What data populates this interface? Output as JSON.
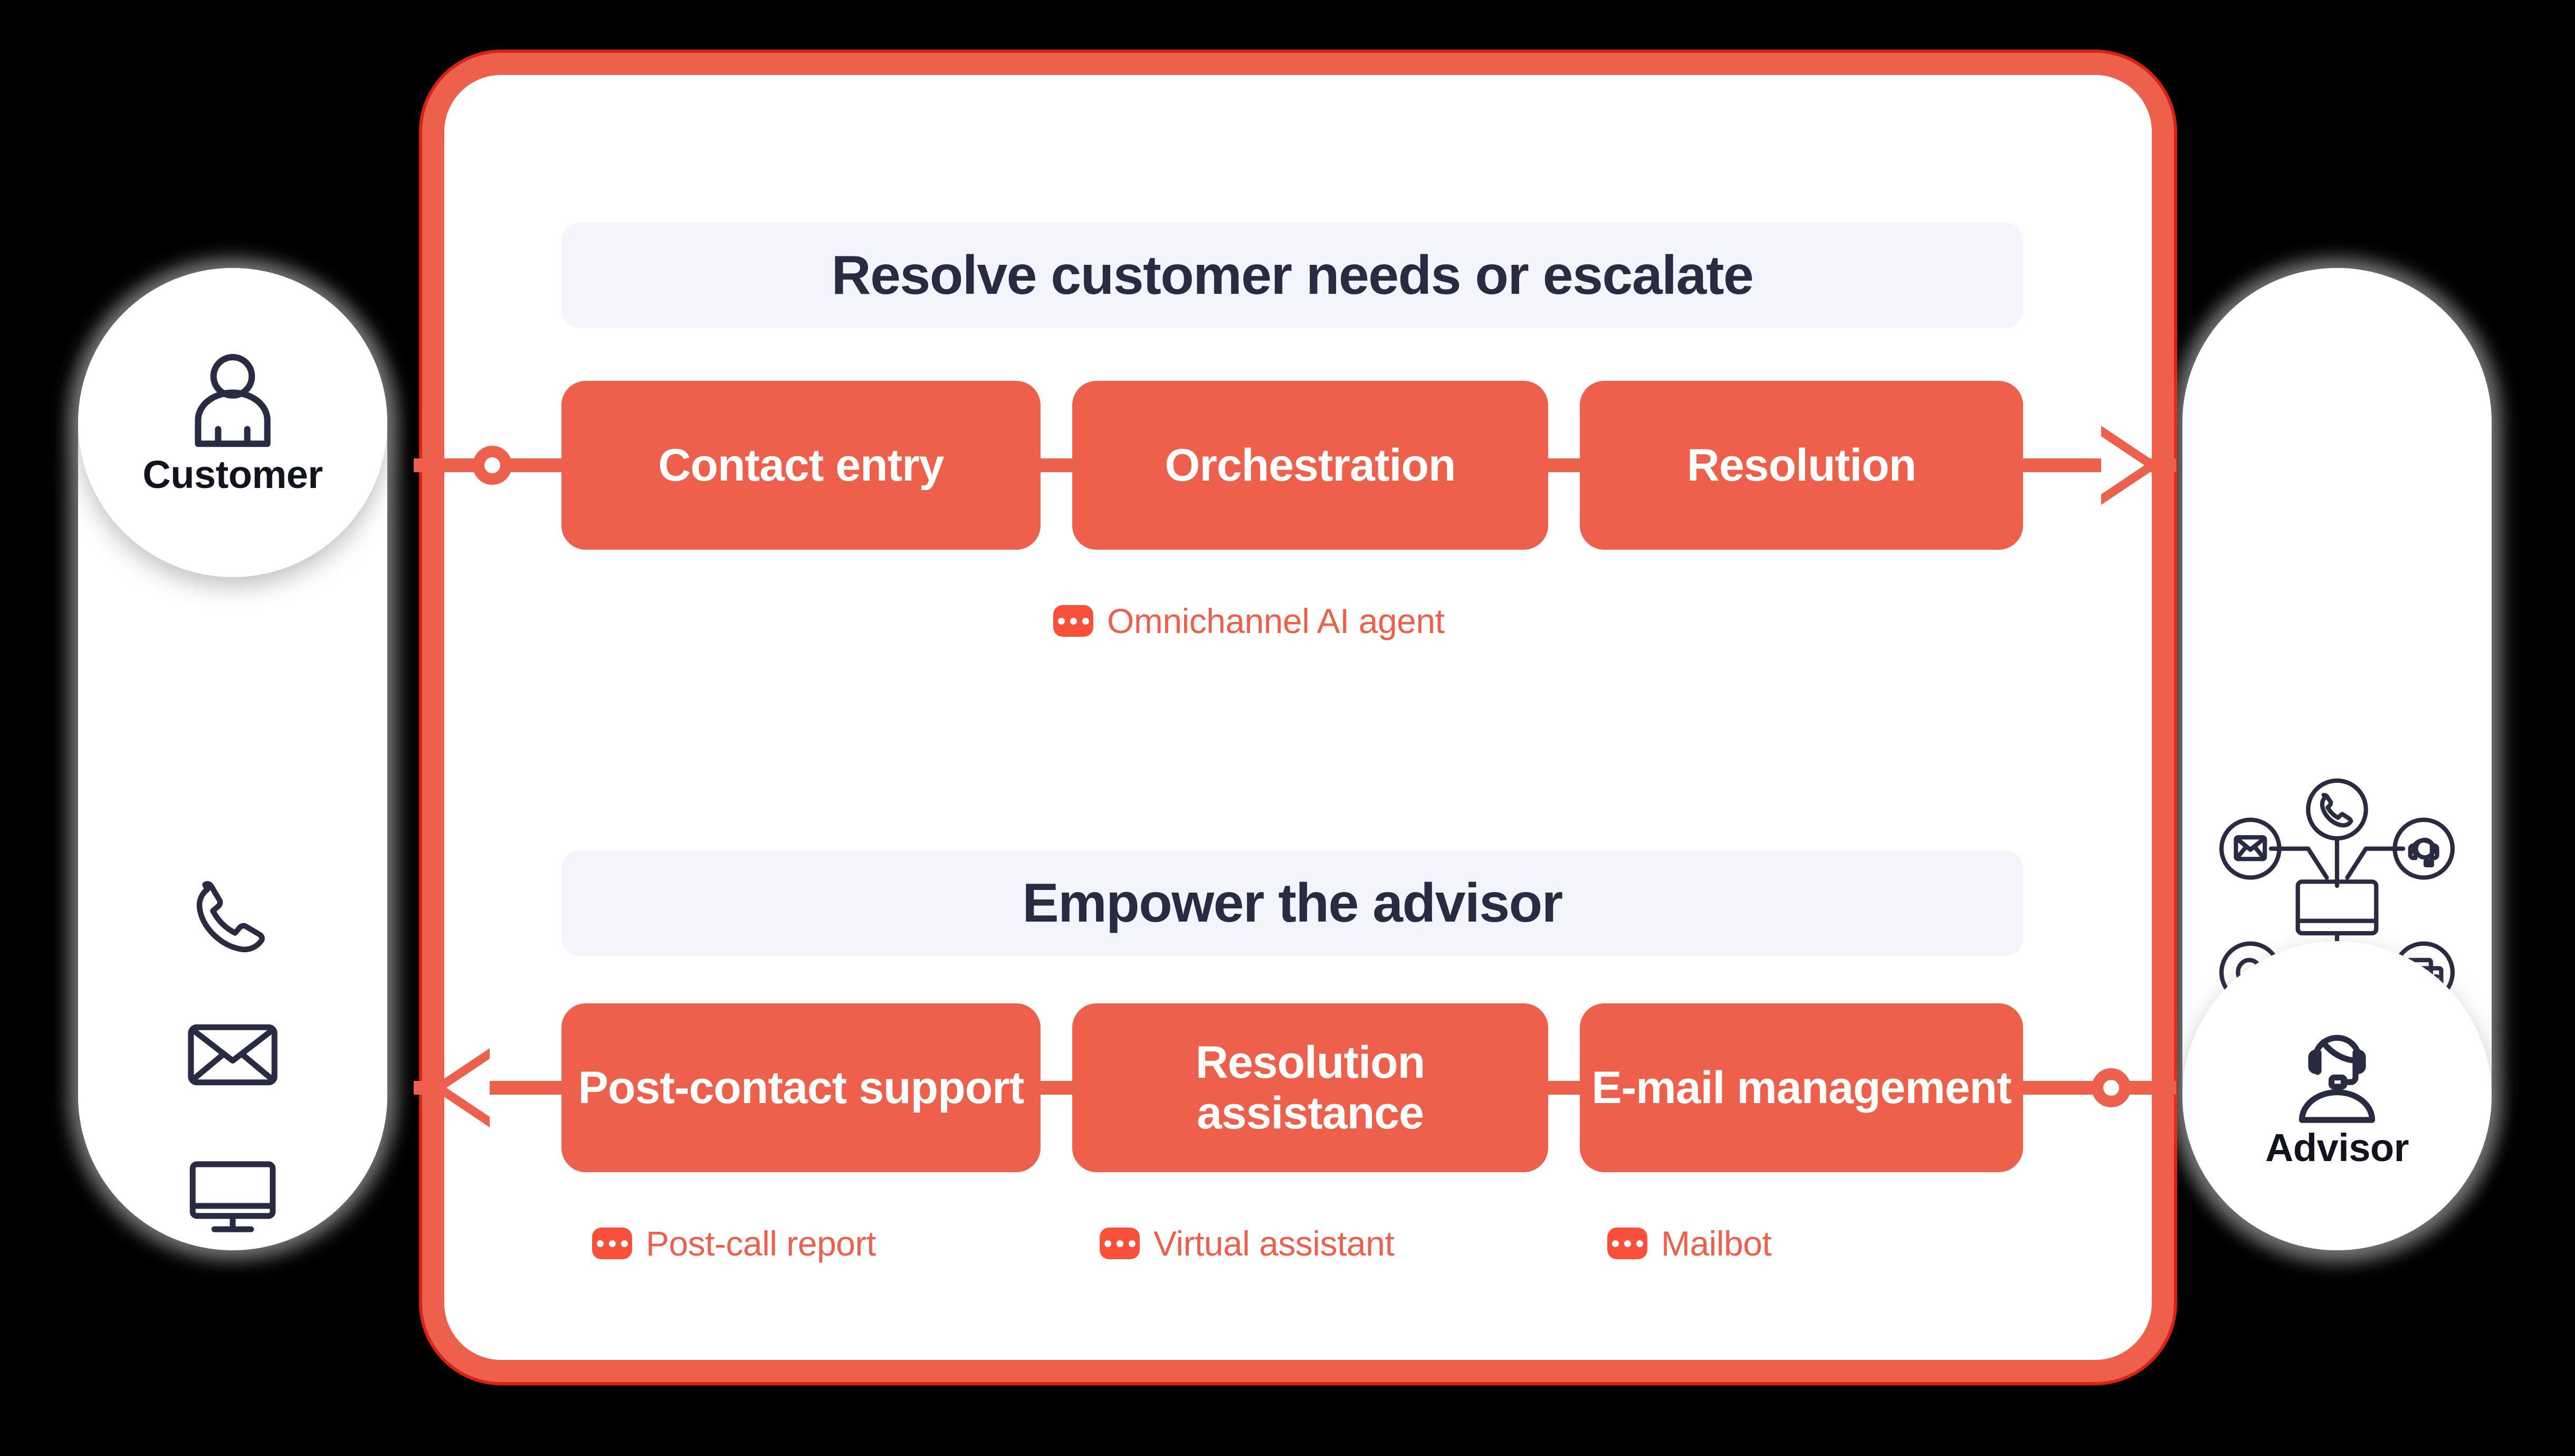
{
  "theme": {
    "coral": "#ec604c",
    "coral_bright": "#f9503c",
    "navy": "#282b42",
    "banner_bg": "#f4f4fd",
    "white": "#ffffff",
    "page_bg": "#000000"
  },
  "left_pill": {
    "name": "Customer",
    "avatar_icon": "person-icon",
    "channels": [
      {
        "icon": "phone-icon"
      },
      {
        "icon": "envelope-icon"
      },
      {
        "icon": "monitor-icon"
      }
    ]
  },
  "right_pill": {
    "name": "Advisor",
    "avatar_icon": "headset-agent-icon",
    "hub": {
      "center_icon": "monitor-icon",
      "spokes": [
        {
          "icon": "phone-circle-icon",
          "position": "top"
        },
        {
          "icon": "envelope-circle-icon",
          "position": "top-left"
        },
        {
          "icon": "headset-circle-icon",
          "position": "top-right"
        },
        {
          "icon": "voice-circle-icon",
          "position": "bottom-left"
        },
        {
          "icon": "chat-circle-icon",
          "position": "bottom-right"
        },
        {
          "icon": "social-circle-icon",
          "position": "bottom"
        }
      ]
    }
  },
  "board": {
    "sections": [
      {
        "banner": "Resolve customer needs or escalate",
        "stages": [
          {
            "label": "Contact entry"
          },
          {
            "label": "Orchestration"
          },
          {
            "label": "Resolution"
          }
        ],
        "badges": [
          {
            "label": "Omnichannel AI agent",
            "icon": "chat-dots-icon"
          }
        ],
        "flow": {
          "start_marker": "circle-node",
          "end_marker": "arrow-right"
        }
      },
      {
        "banner": "Empower the advisor",
        "stages": [
          {
            "label": "Post-contact support"
          },
          {
            "label": "Resolution assistance"
          },
          {
            "label": "E-mail management"
          }
        ],
        "badges": [
          {
            "label": "Post-call report",
            "icon": "chat-dots-icon"
          },
          {
            "label": "Virtual assistant",
            "icon": "chat-dots-icon"
          },
          {
            "label": "Mailbot",
            "icon": "chat-dots-icon"
          }
        ],
        "flow": {
          "start_marker": "circle-node",
          "end_marker": "arrow-left"
        }
      }
    ]
  }
}
